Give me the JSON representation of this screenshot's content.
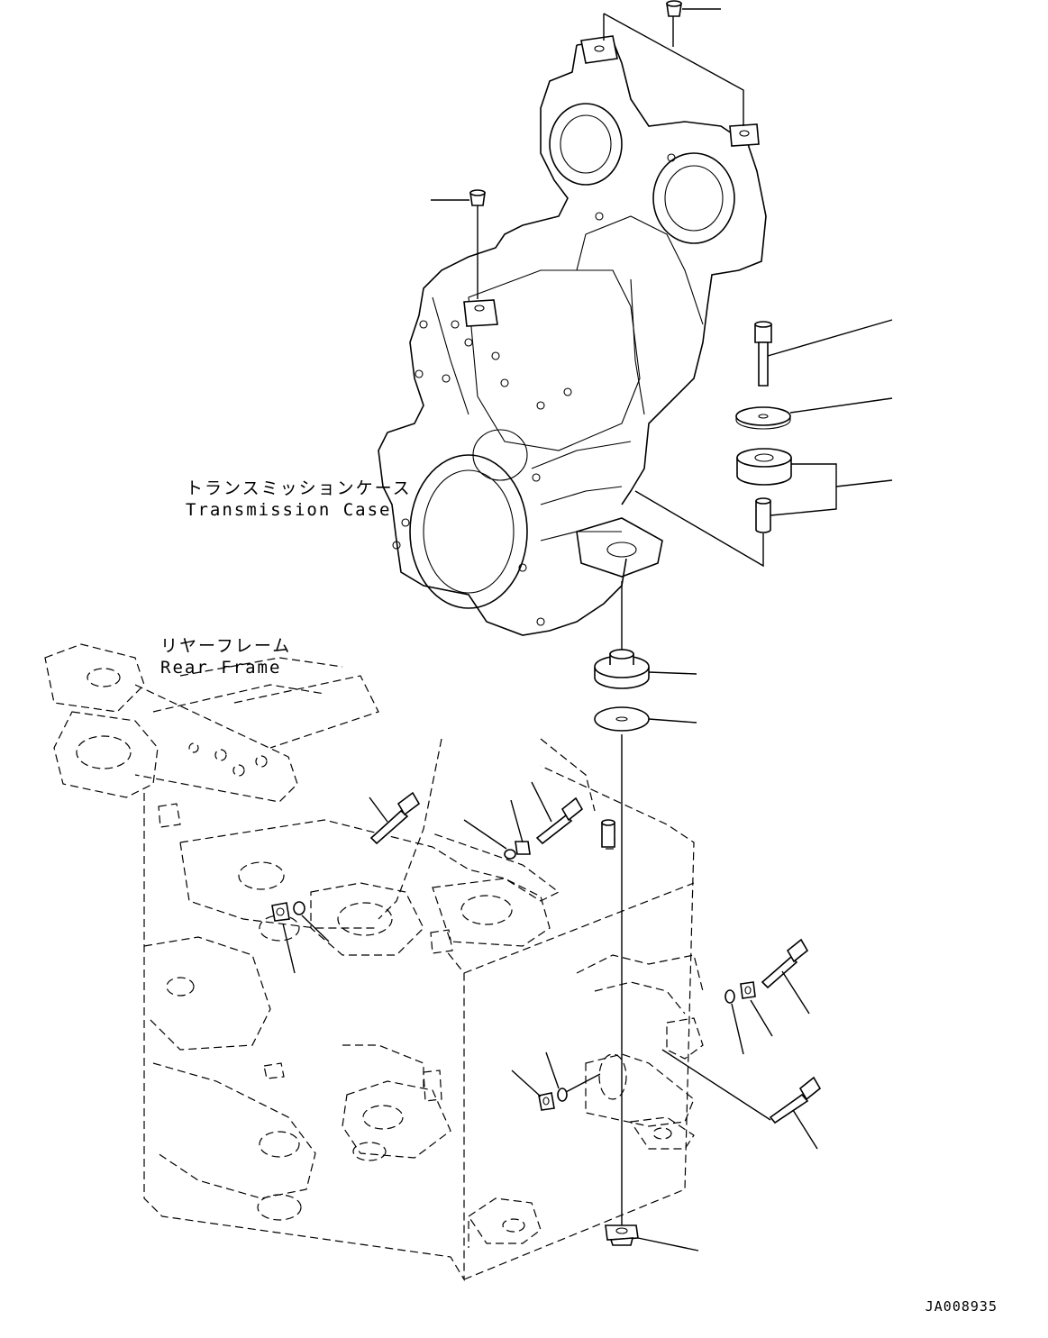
{
  "labels": {
    "transmission_case_jp": "トランスミッションケース",
    "transmission_case_en": "Transmission Case",
    "rear_frame_jp": "リヤーフレーム",
    "rear_frame_en": "Rear Frame"
  },
  "drawing_id": "JA008935",
  "parts": [
    "breather-plug-top",
    "breather-plug-side",
    "mount-bolt",
    "upper-washer",
    "upper-rubber-cushion",
    "sleeve",
    "lower-rubber-cushion",
    "lower-washer",
    "mount-nut",
    "frame-bolt-left",
    "frame-bolt-center",
    "lock-washer-center",
    "frame-nut-left",
    "frame-washer-left",
    "frame-bolt-right-upper",
    "frame-washer-right",
    "frame-nut-right",
    "frame-bolt-right-lower",
    "frame-nut-lower",
    "frame-washer-lower"
  ]
}
